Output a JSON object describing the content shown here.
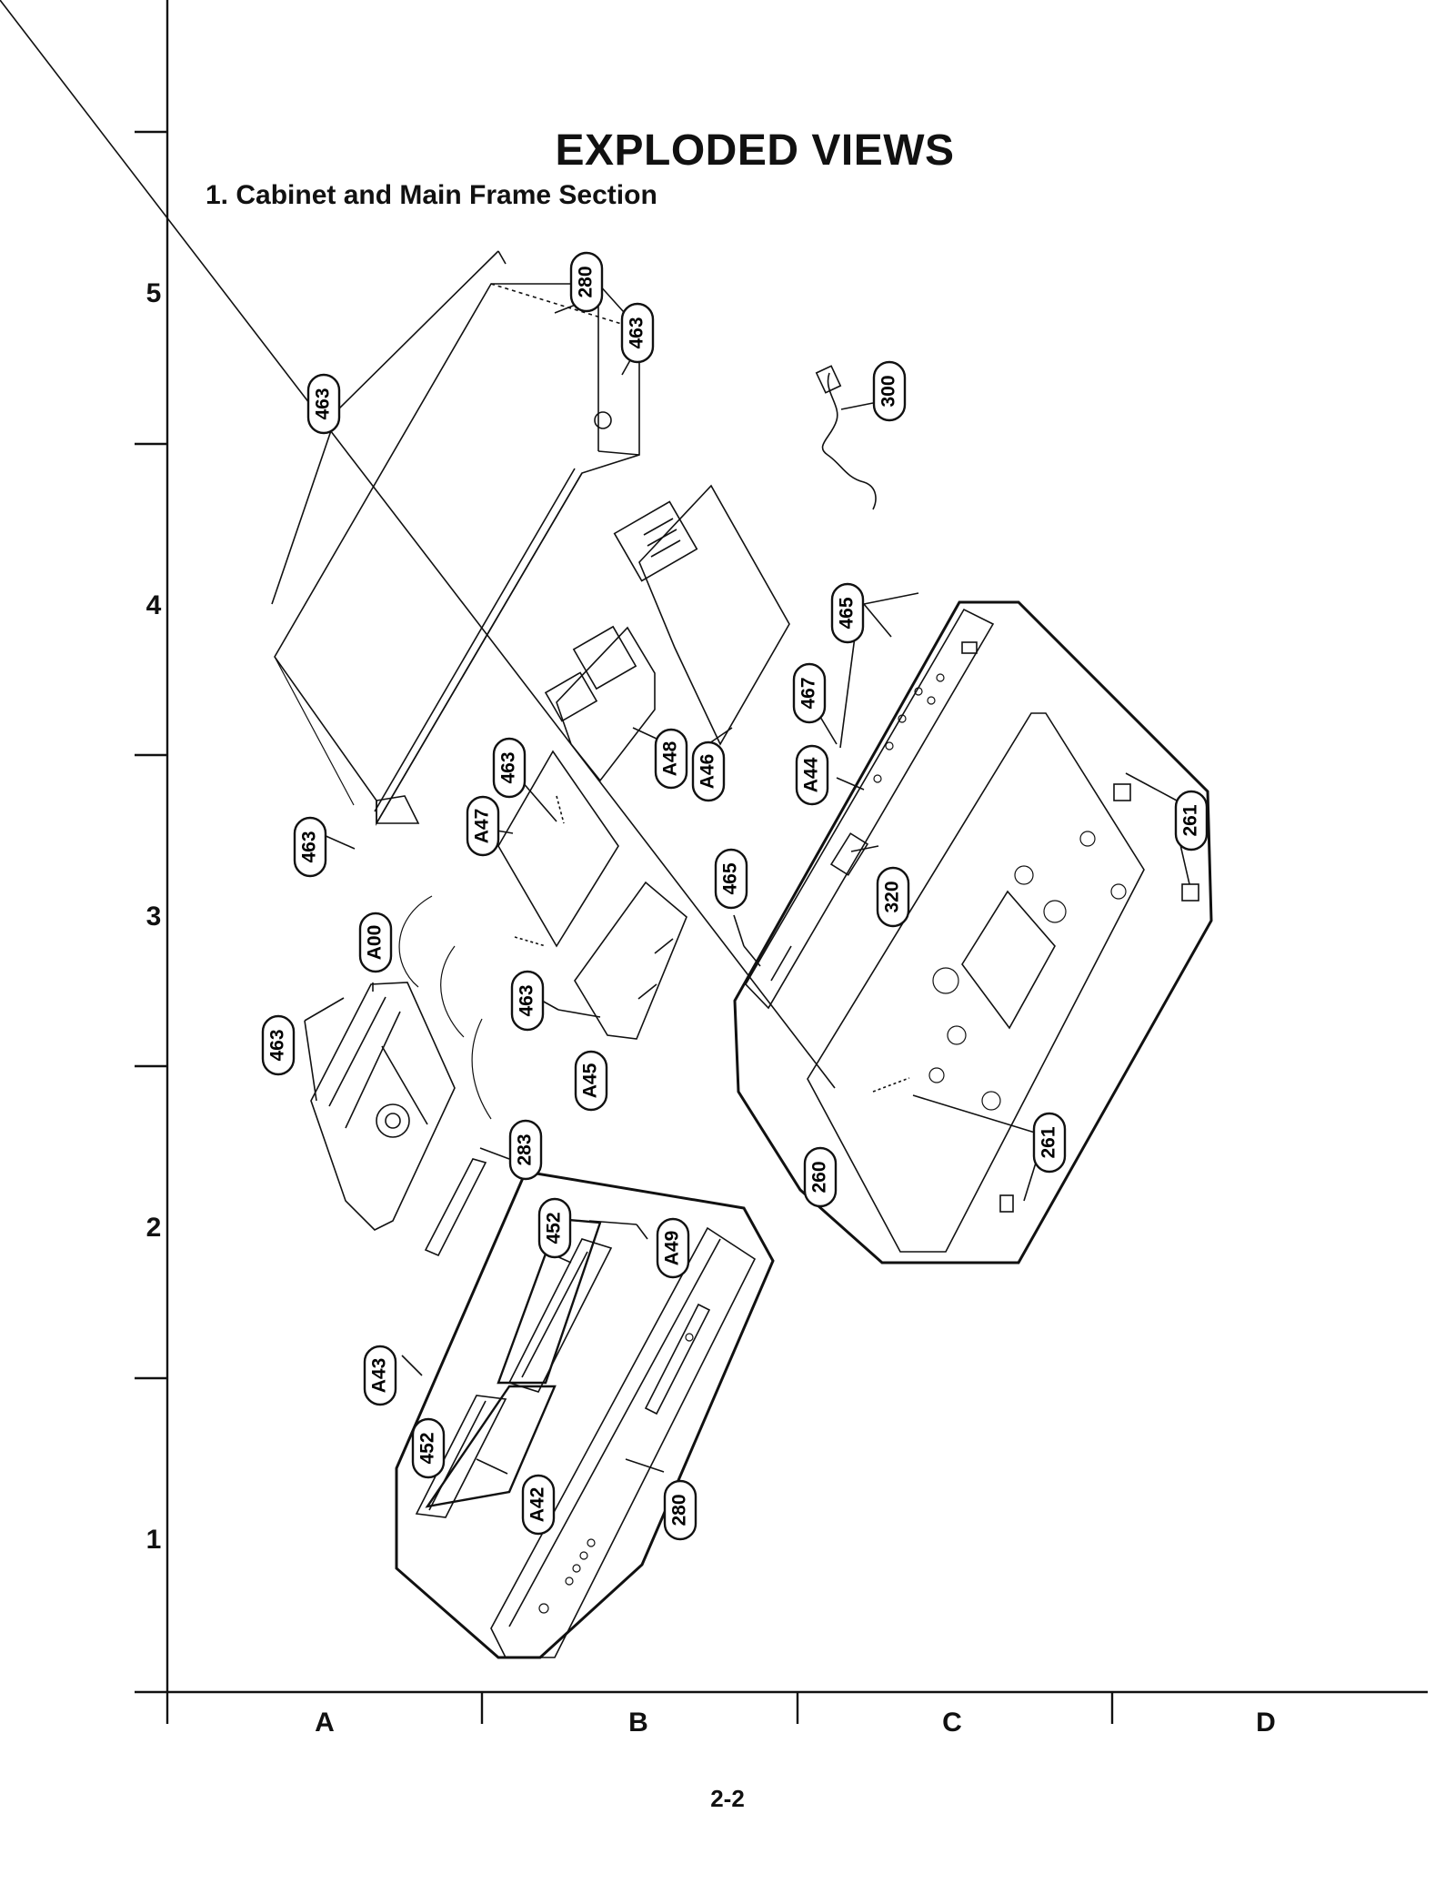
{
  "header": {
    "title": "EXPLODED VIEWS",
    "subtitle": "1. Cabinet and Main Frame Section"
  },
  "grid": {
    "rows": [
      "5",
      "4",
      "3",
      "2",
      "1"
    ],
    "columns": [
      "A",
      "B",
      "C",
      "D"
    ]
  },
  "callouts": {
    "top_cover": "280",
    "screw_top_right": "463",
    "screw_top_left": "463",
    "power_cord": "300",
    "rear_panel_screw": "465",
    "rear_panel_screw_left": "465",
    "jack_board_screw": "467",
    "jack_pcb": "A44",
    "rear_panel": "320",
    "foot_top": "261",
    "foot_bottom": "261",
    "main_frame": "260",
    "smps_board": "A46",
    "av_board": "A48",
    "board_a47": "A47",
    "screw_a47": "463",
    "screw_left_mid": "463",
    "deck": "A00",
    "screw_deck": "463",
    "screw_a45": "463",
    "board_a45": "A45",
    "bracket": "283",
    "screw_front_upper": "452",
    "display_pcb": "A49",
    "front_assy": "A43",
    "screw_front_lower": "452",
    "key_pcb": "A42",
    "front_panel": "280"
  },
  "footer": {
    "page_number": "2-2"
  }
}
